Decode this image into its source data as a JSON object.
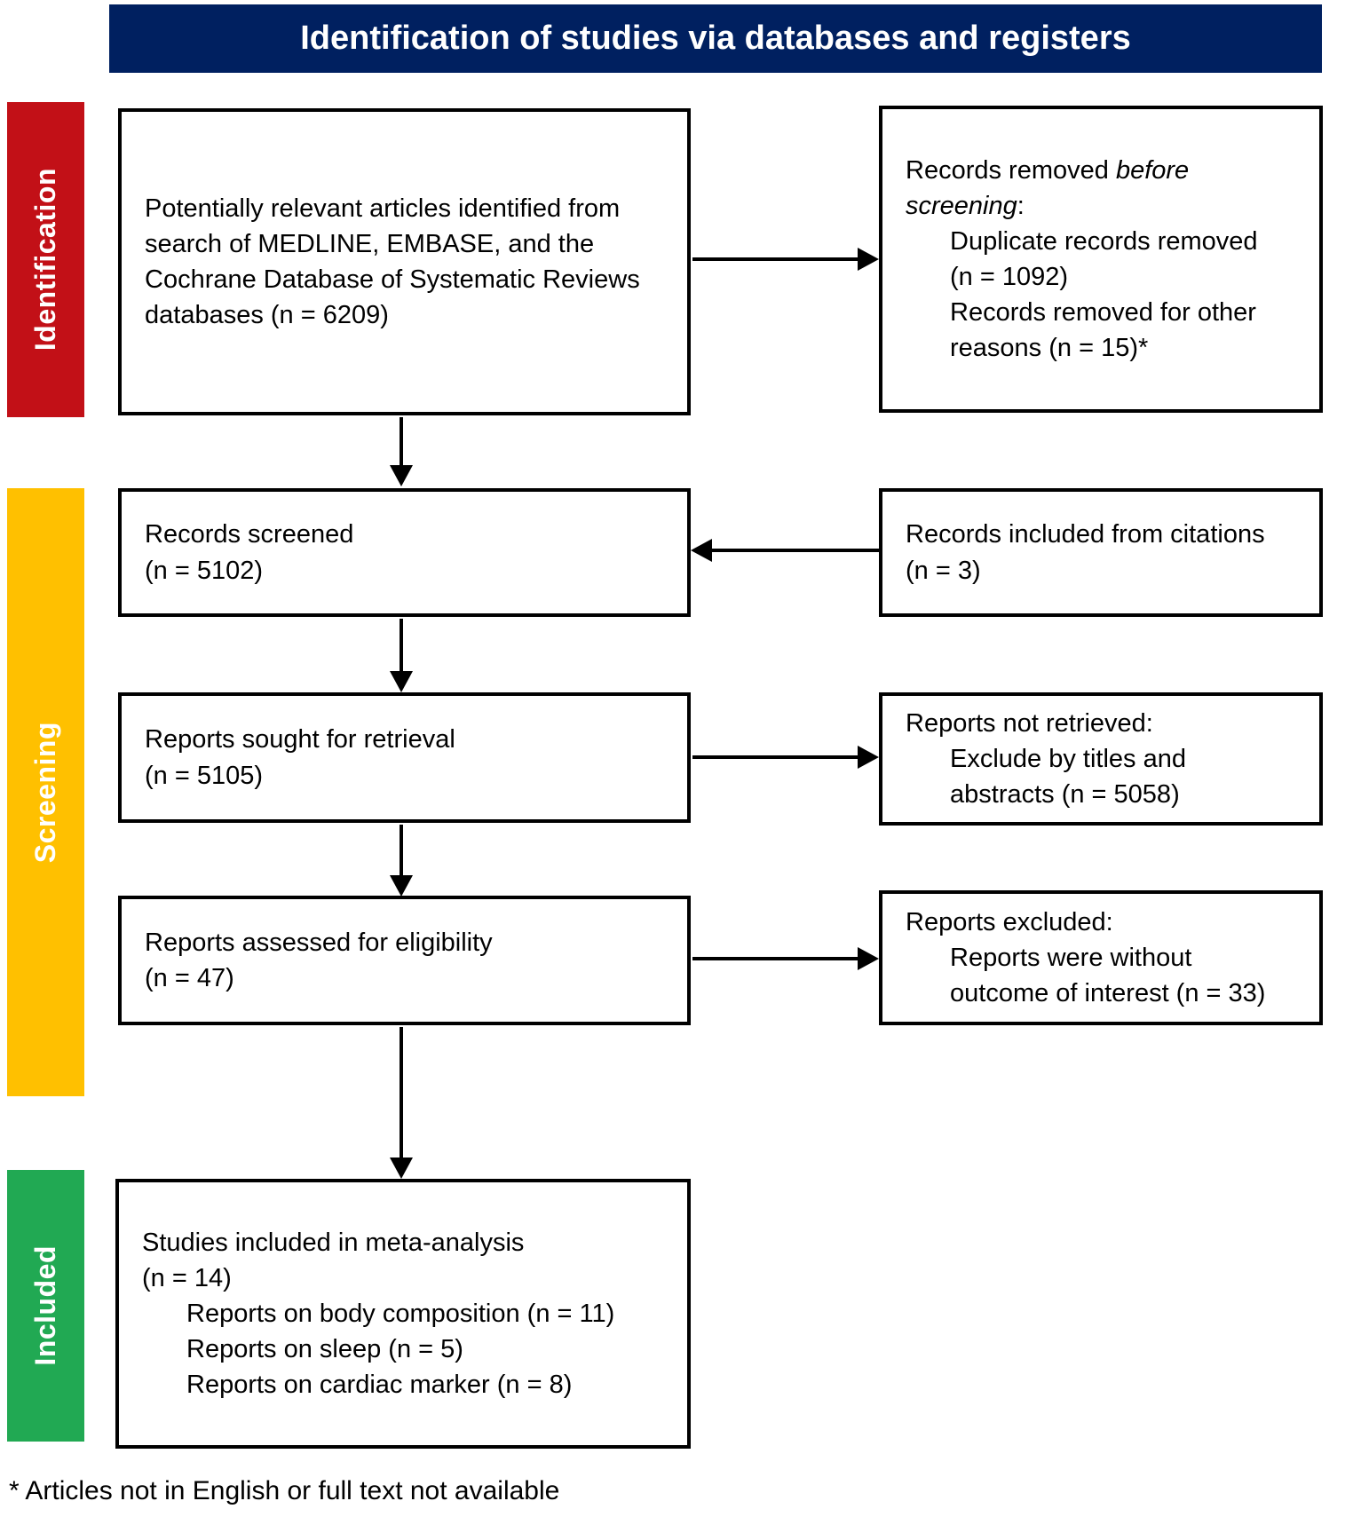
{
  "header": {
    "title": "Identification of studies via databases and registers"
  },
  "colors": {
    "header_bg": "#002060",
    "header_text": "#FFFFFF",
    "identification": "#C21017",
    "screening": "#FFC000",
    "included": "#21A953",
    "box_border": "#000000",
    "text": "#000000"
  },
  "stages": {
    "identification": "Identification",
    "screening": "Screening",
    "included": "Included"
  },
  "flow": {
    "identified": {
      "text": "Potentially relevant articles identified from search of MEDLINE, EMBASE, and the Cochrane Database of Systematic Reviews databases (n = 6209)"
    },
    "removed_before": {
      "line1_prefix": "Records removed ",
      "line1_italic": "before",
      "line2_italic": "screening",
      "line2_suffix": ":",
      "items": [
        "Duplicate records removed (n = 1092)",
        "Records removed for other reasons (n = 15)*"
      ]
    },
    "records_screened": {
      "lines": [
        "Records screened",
        "(n = 5102)"
      ]
    },
    "included_citations": {
      "lines": [
        "Records included from citations",
        "(n = 3)"
      ]
    },
    "sought_retrieval": {
      "lines": [
        "Reports sought for retrieval",
        "(n = 5105)"
      ]
    },
    "not_retrieved": {
      "heading": "Reports not retrieved:",
      "items": [
        "Exclude by titles and abstracts (n = 5058)"
      ]
    },
    "assessed": {
      "lines": [
        "Reports assessed for eligibility",
        "(n = 47)"
      ]
    },
    "excluded": {
      "heading": "Reports excluded:",
      "items": [
        "Reports were without outcome of interest (n = 33)"
      ]
    },
    "meta_analysis": {
      "lines": [
        "Studies included in meta-analysis",
        "(n = 14)"
      ],
      "items": [
        "Reports on body composition (n = 11)",
        "Reports on sleep (n = 5)",
        "Reports on cardiac marker (n = 8)"
      ]
    }
  },
  "footnote": "* Articles not in English or full text not available"
}
